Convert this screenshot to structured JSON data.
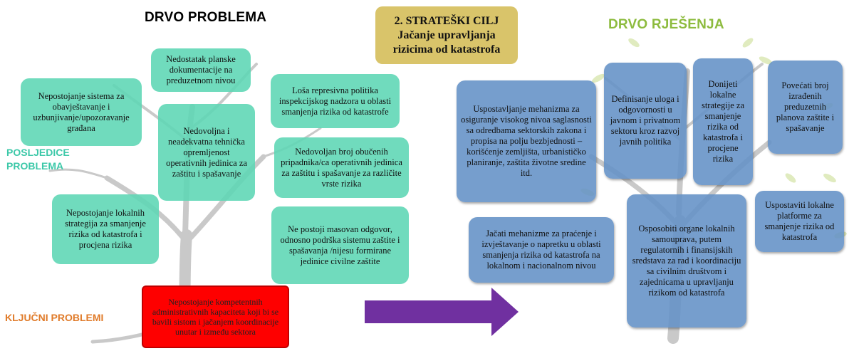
{
  "problem_tree": {
    "title": "DRVO PROBLEMA",
    "side_labels": {
      "consequences": "POSLJEDICE\nPROBLEMA",
      "key_problems": "KLJUČNI PROBLEMI"
    },
    "boxes": [
      "Nedostatak planske dokumentacije na preduzetnom nivou",
      "Nepostojanje sistema za obavještavanje i uzbunjivanje/upozoravanje građana",
      "Loša represivna politika inspekcijskog nadzora u oblasti smanjenja rizika od katastrofe",
      "Nedovoljna i neadekvatna tehnička opremljenost operativnih jedinica za zaštitu i spašavanje",
      "Nedovoljan broj obučenih pripadnika/ca operativnih jedinica za zaštitu i spašavanje za različite vrste rizika",
      "Nepostojanje lokalnih strategija za smanjenje rizika od katastrofa i procjena rizika",
      "Ne postoji masovan odgovor, odnosno podrška sistemu zaštite i spašavanja /nijesu formirane jedinice civilne zaštite"
    ],
    "key_problem": "Nepostojanje kompetentnih administrativnih kapaciteta koji bi se bavili sistom i jačanjem koordinacije unutar i između sektora"
  },
  "strategic_goal": {
    "line1": "2. STRATEŠKI CILJ",
    "line2": "Jačanje upravljanja rizicima od katastrofa"
  },
  "solution_tree": {
    "title": "DRVO RJEŠENJA",
    "boxes": [
      "Uspostavljanje mehanizma za osiguranje visokog nivoa saglasnosti sa odredbama sektorskih zakona i propisa na polju bezbjednosti – korišćenje zemljišta, urbanističko planiranje, zaštita životne sredine itd.",
      "Definisanje uloga i odgovornosti u javnom i privatnom sektoru kroz razvoj javnih politika",
      "Donijeti lokalne strategije za smanjenje rizika od katastrofa i procjene rizika",
      "Povećati broj izrađenih preduzetnih planova zaštite i spašavanje",
      "Jačati mehanizme za praćenje i izvještavanje o napretku u oblasti smanjenja rizika od katastrofa na lokalnom i nacionalnom nivou",
      "Osposobiti organe lokalnih samouprava, putem regulatornih i finansijskih sredstava za rad i koordinaciju sa civilnim društvom i zajednicama u upravljanju rizikom od katastrofa",
      "Uspostaviti lokalne platforme za smanjenje rizika od katastrofa"
    ]
  },
  "colors": {
    "problem_title": "#000000",
    "solution_title": "#8dbb3e",
    "consequences_label": "#3cc8a8",
    "key_label": "#e07b2a",
    "problem_box": "#5cd6b4",
    "solution_box": "#6391c6",
    "key_box": "#fe0000",
    "goal_box": "#d9c46a",
    "arrow": "#7030a0",
    "tree": "#c8c8c8",
    "leaves": "#d9e6b8"
  }
}
